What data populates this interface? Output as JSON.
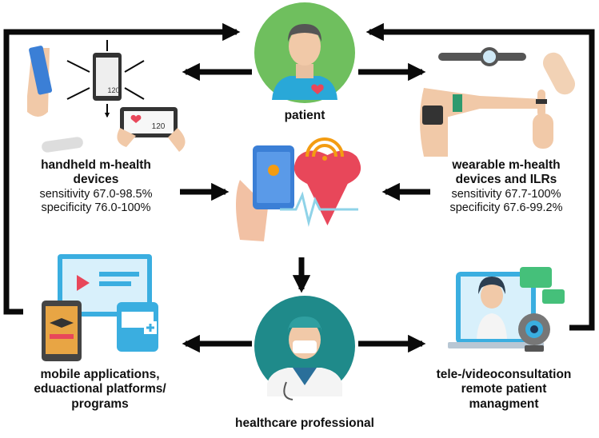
{
  "nodes": {
    "patient": {
      "label": "patient"
    },
    "handheld": {
      "title_line1": "handheld m-health",
      "title_line2": "devices",
      "sensitivity": "sensitivity 67.0-98.5%",
      "specificity": "specificity 76.0-100%"
    },
    "wearable": {
      "title_line1": "wearable m-health",
      "title_line2": "devices and ILRs",
      "sensitivity": "sensitivity 67.7-100%",
      "specificity": "specificity 67.6-99.2%"
    },
    "mobile_apps": {
      "line1": "mobile applications,",
      "line2": "eduactional platforms/",
      "line3": "programs"
    },
    "teleconsult": {
      "line1": "tele-/videoconsultation",
      "line2": "remote patient",
      "line3": "managment"
    },
    "professional": {
      "label": "healthcare professional"
    }
  },
  "device_screens": {
    "phone_reading": "120",
    "tablet_reading": "120"
  },
  "colors": {
    "arrow": "#0a0a0a",
    "patient_circle": "#6fbf5e",
    "patient_shirt": "#29a8d8",
    "heart": "#e8475a",
    "wifi": "#f39c12",
    "phone_screen": "#3b7fd6",
    "professional_circle": "#1f8a8a"
  }
}
